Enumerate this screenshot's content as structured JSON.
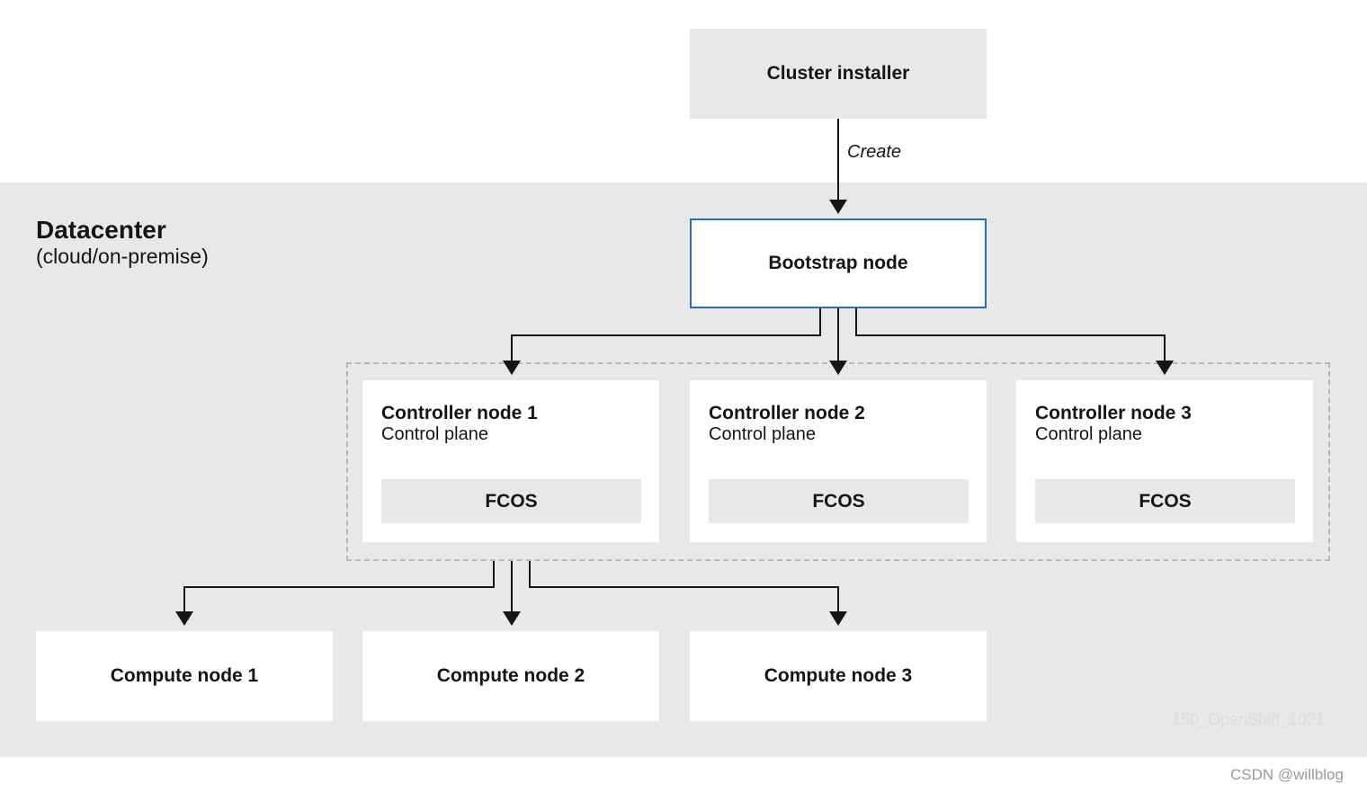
{
  "installer": {
    "label": "Cluster installer"
  },
  "edge": {
    "create_label": "Create"
  },
  "datacenter": {
    "title": "Datacenter",
    "subtitle": "(cloud/on-premise)"
  },
  "bootstrap": {
    "label": "Bootstrap node"
  },
  "controllers": [
    {
      "title": "Controller node 1",
      "role": "Control plane",
      "os": "FCOS"
    },
    {
      "title": "Controller node 2",
      "role": "Control plane",
      "os": "FCOS"
    },
    {
      "title": "Controller node 3",
      "role": "Control plane",
      "os": "FCOS"
    }
  ],
  "computes": [
    {
      "label": "Compute node 1"
    },
    {
      "label": "Compute node 2"
    },
    {
      "label": "Compute node 3"
    }
  ],
  "watermark": "150_OpenShift_1021",
  "credit": "CSDN @willblog",
  "colors": {
    "panel": "#e8e8e8",
    "bootstrap_border": "#1f6fc5",
    "arrow": "#151515"
  }
}
